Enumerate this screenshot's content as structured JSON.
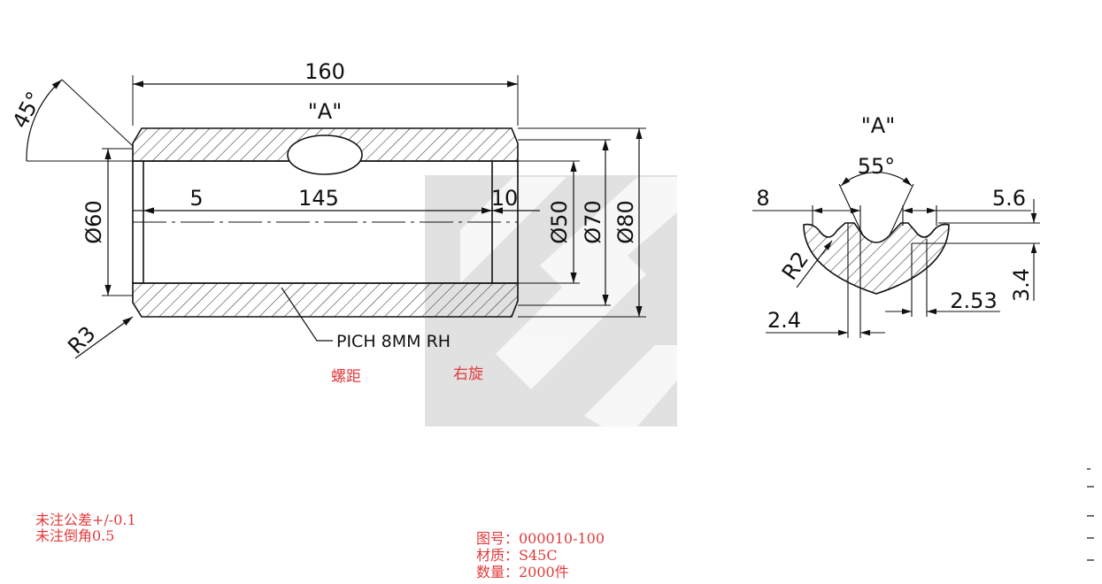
{
  "part": {
    "length": "160",
    "section_tag": "\"A\"",
    "chamfer_angle": "45°",
    "bore_diameter": "Ø60",
    "groove_dia_50": "Ø50",
    "groove_dia_70": "Ø70",
    "outer_diameter": "Ø80",
    "left_step": "5",
    "groove_length": "145",
    "right_step": "10",
    "corner_radius": "R3",
    "thread_note": "PICH  8MM  RH",
    "pitch_cn": "螺距",
    "rh_cn": "右旋"
  },
  "detail": {
    "title": "\"A\"",
    "angle": "55°",
    "dim_8": "8",
    "dim_56": "5.6",
    "radius": "R2",
    "depth": "3.4",
    "dim_24": "2.4",
    "dim_253": "2.53"
  },
  "notes": {
    "tolerance": "未注公差+/-0.1",
    "chamfer": "未注倒角0.5"
  },
  "title_block": {
    "drawing_no": "图号：000010-100",
    "material": "材质：S45C",
    "quantity": "数量：2000件"
  }
}
